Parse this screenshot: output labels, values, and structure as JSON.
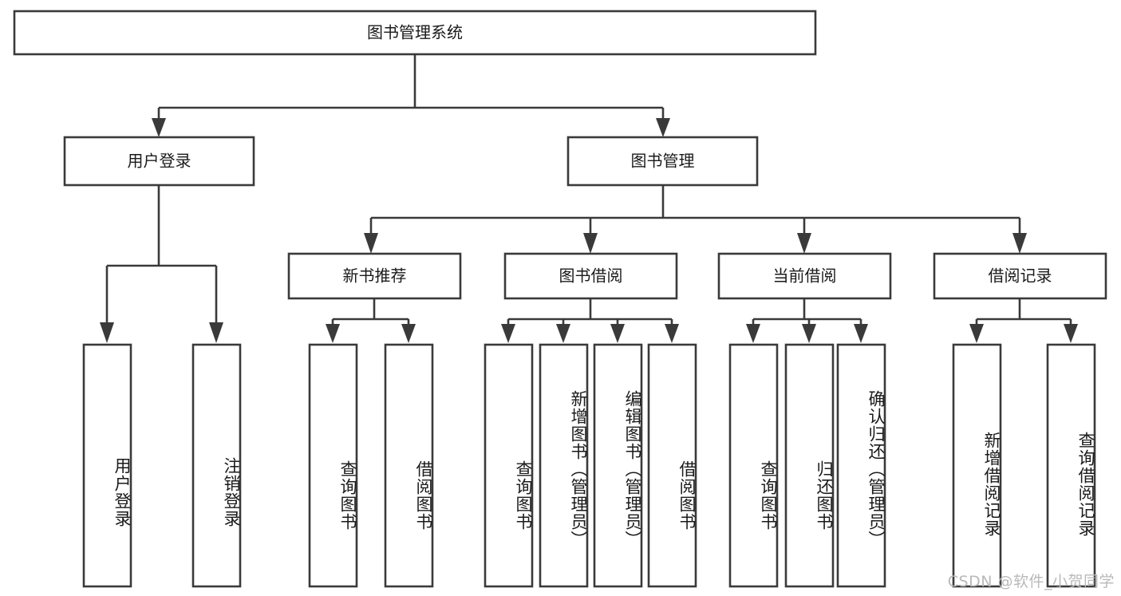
{
  "diagram": {
    "title": "图书管理系统",
    "type": "tree-hierarchy-chart",
    "watermark": "CSDN @软件_小贺同学",
    "colors": {
      "box_stroke": "#3a3a3a",
      "box_fill": "#ffffff",
      "text": "#1a1a1a",
      "connector": "#3a3a3a",
      "watermark": "#b9b9b9",
      "background": "#ffffff"
    },
    "root": {
      "id": "root",
      "label": "图书管理系统",
      "orientation": "horizontal"
    },
    "level2": [
      {
        "id": "user-login",
        "label": "用户登录",
        "orientation": "horizontal"
      },
      {
        "id": "book-manage",
        "label": "图书管理",
        "orientation": "horizontal"
      }
    ],
    "level3": [
      {
        "id": "new-book-rec",
        "label": "新书推荐",
        "orientation": "horizontal",
        "parent": "book-manage"
      },
      {
        "id": "book-borrow",
        "label": "图书借阅",
        "orientation": "horizontal",
        "parent": "book-manage"
      },
      {
        "id": "current-borrow",
        "label": "当前借阅",
        "orientation": "horizontal",
        "parent": "book-manage"
      },
      {
        "id": "borrow-record",
        "label": "借阅记录",
        "orientation": "horizontal",
        "parent": "book-manage"
      }
    ],
    "leaves": [
      {
        "id": "leaf-user-login",
        "label": "用户登录",
        "orientation": "vertical",
        "parent": "user-login"
      },
      {
        "id": "leaf-user-logout",
        "label": "注销登录",
        "orientation": "vertical",
        "parent": "user-login"
      },
      {
        "id": "leaf-query-book-1",
        "label": "查询图书",
        "orientation": "vertical",
        "parent": "new-book-rec"
      },
      {
        "id": "leaf-borrow-book-1",
        "label": "借阅图书",
        "orientation": "vertical",
        "parent": "new-book-rec"
      },
      {
        "id": "leaf-query-book-2",
        "label": "查询图书",
        "orientation": "vertical",
        "parent": "book-borrow"
      },
      {
        "id": "leaf-add-book",
        "label": "新增图书（管理员）",
        "orientation": "vertical",
        "parent": "book-borrow"
      },
      {
        "id": "leaf-edit-book",
        "label": "编辑图书（管理员）",
        "orientation": "vertical",
        "parent": "book-borrow"
      },
      {
        "id": "leaf-borrow-book-2",
        "label": "借阅图书",
        "orientation": "vertical",
        "parent": "book-borrow"
      },
      {
        "id": "leaf-query-book-3",
        "label": "查询图书",
        "orientation": "vertical",
        "parent": "current-borrow"
      },
      {
        "id": "leaf-return-book",
        "label": "归还图书",
        "orientation": "vertical",
        "parent": "current-borrow"
      },
      {
        "id": "leaf-confirm-return",
        "label": "确认归还（管理员）",
        "orientation": "vertical",
        "parent": "current-borrow"
      },
      {
        "id": "leaf-add-record",
        "label": "新增借阅记录",
        "orientation": "vertical",
        "parent": "borrow-record"
      },
      {
        "id": "leaf-query-record",
        "label": "查询借阅记录",
        "orientation": "vertical",
        "parent": "borrow-record"
      }
    ]
  }
}
